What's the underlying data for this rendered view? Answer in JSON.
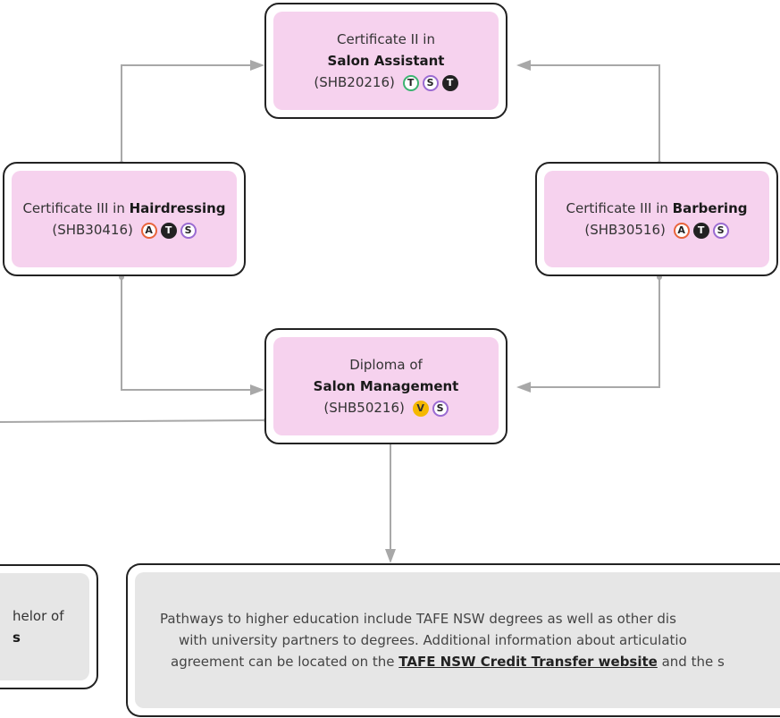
{
  "nodes": {
    "salon_assistant": {
      "prefix": "Certificate II in",
      "name": "Salon Assistant",
      "code": "(SHB20216)",
      "badges": [
        "T",
        "S",
        "T"
      ]
    },
    "hairdressing": {
      "prefix": "Certificate III in ",
      "name": "Hairdressing",
      "code": "(SHB30416)",
      "badges": [
        "A",
        "T",
        "S"
      ]
    },
    "barbering": {
      "prefix": "Certificate III in ",
      "name": "Barbering",
      "code": "(SHB30516)",
      "badges": [
        "A",
        "T",
        "S"
      ]
    },
    "salon_management": {
      "prefix": "Diploma of",
      "name": "Salon Management",
      "code": "(SHB50216)",
      "badges": [
        "V",
        "S"
      ]
    }
  },
  "partial_left_card": {
    "line1": "helor of",
    "line2": "s"
  },
  "pathways_note": {
    "line1": "Pathways to higher education include TAFE NSW degrees as well as other dis",
    "line2": "with university partners to degrees. Additional information about articulatio",
    "line3_before": "agreement can be located on the ",
    "link_text": "TAFE NSW Credit Transfer website",
    "line3_after": " and the s"
  },
  "colors": {
    "card_fill": "#f6d2ee",
    "note_fill": "#e6e6e6",
    "connector": "#a8a8a8",
    "badge_green": "#3cb371",
    "badge_purple": "#9a6bd1",
    "badge_orange": "#e8643c",
    "badge_yellow": "#f5b800"
  }
}
